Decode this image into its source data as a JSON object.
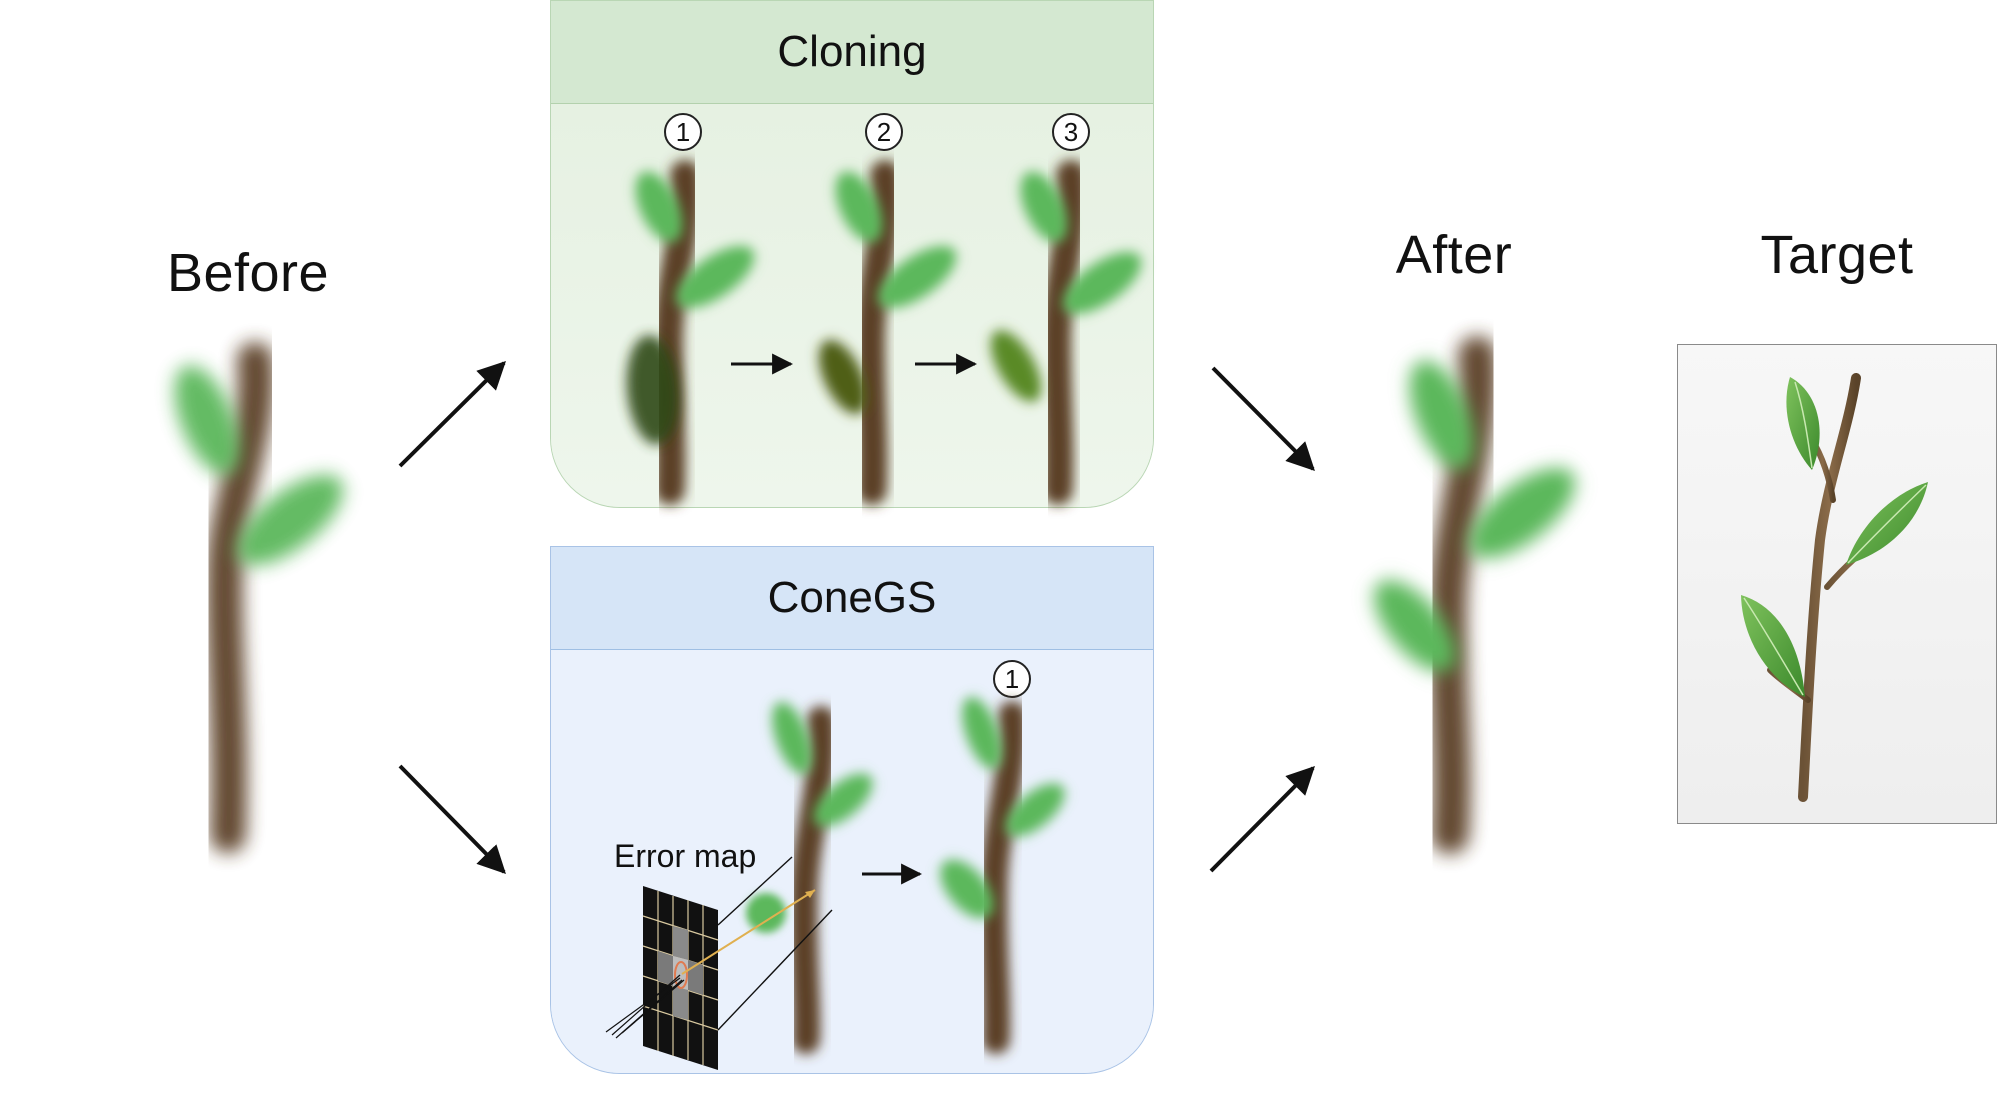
{
  "headings": {
    "before": "Before",
    "after": "After",
    "target": "Target"
  },
  "panels": {
    "cloning": {
      "title": "Cloning",
      "steps": [
        "1",
        "2",
        "3"
      ]
    },
    "conegs": {
      "title": "ConeGS",
      "steps": [
        "1"
      ],
      "error_map_label": "Error map"
    }
  },
  "colors": {
    "cloning_panel": "#d4e8d1",
    "conegs_panel": "#d6e5f7",
    "leaf_green": "#5cb85c",
    "stem_brown": "#5b4125",
    "ray_highlight": "#e0b050"
  }
}
